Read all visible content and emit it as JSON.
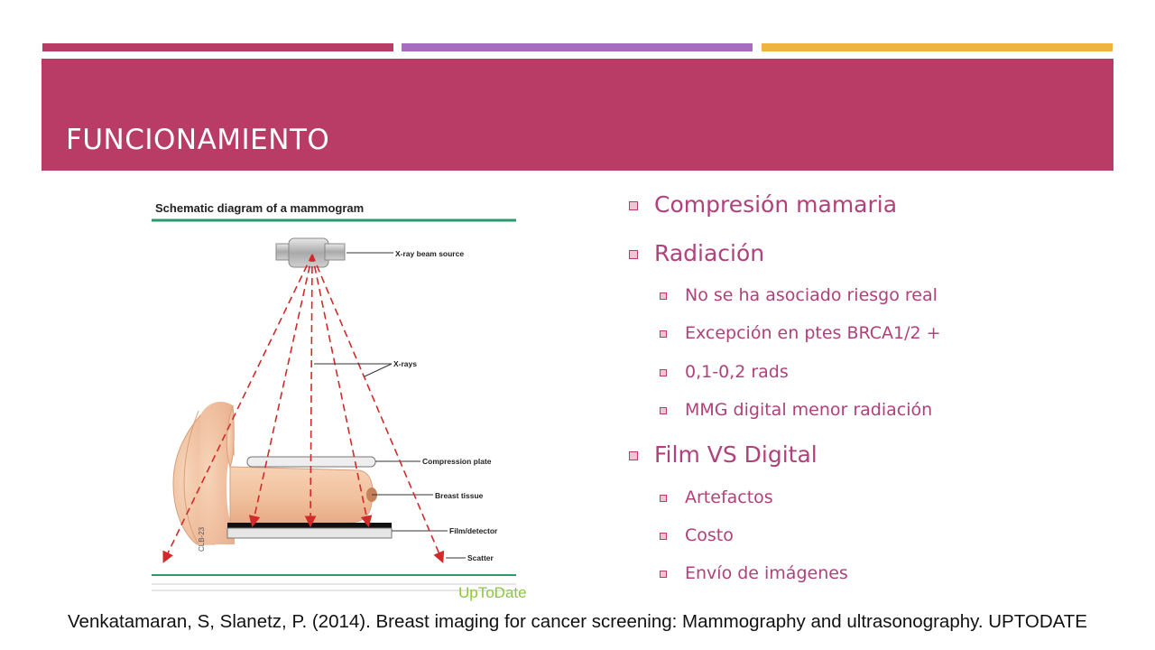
{
  "colors": {
    "accent_red": "#b83c66",
    "accent_purple": "#a66cc0",
    "accent_gold": "#efb33f",
    "bullet_text": "#b0417a"
  },
  "title": "FUNCIONAMIENTO",
  "figure": {
    "heading": "Schematic diagram of a mammogram",
    "labels": {
      "source": "X-ray beam source",
      "xrays": "X-rays",
      "plate": "Compression plate",
      "tissue": "Breast tissue",
      "film": "Film/detector",
      "scatter": "Scatter"
    },
    "watermark": "UpToDate",
    "artist_mark": "CLB-23"
  },
  "bullets": [
    {
      "text": "Compresión mamaria",
      "level": 1
    },
    {
      "text": "Radiación",
      "level": 1
    },
    {
      "text": "No se ha asociado riesgo real",
      "level": 2
    },
    {
      "text": "Excepción en ptes BRCA1/2 +",
      "level": 2
    },
    {
      "text": "0,1-0,2 rads",
      "level": 2
    },
    {
      "text": "MMG digital menor radiación",
      "level": 2
    },
    {
      "text": "Film VS Digital",
      "level": 1
    },
    {
      "text": "Artefactos",
      "level": 2
    },
    {
      "text": "Costo",
      "level": 2
    },
    {
      "text": "Envío de imágenes",
      "level": 2
    }
  ],
  "citation": "Venkatamaran, S, Slanetz, P. (2014). Breast imaging for cancer screening: Mammography and ultrasonography. UPTODATE"
}
